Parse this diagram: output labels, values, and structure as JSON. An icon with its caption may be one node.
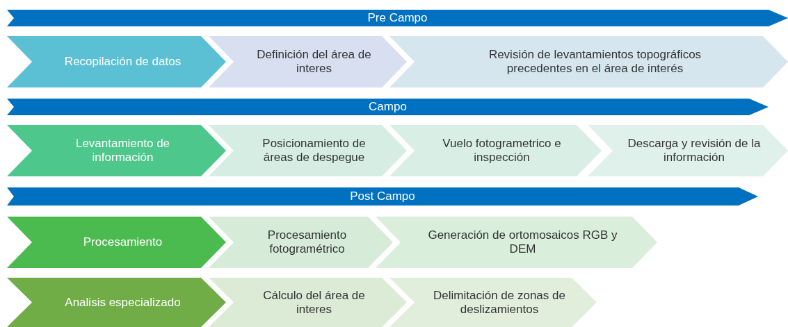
{
  "diagram": {
    "nodes": [
      {
        "text": [
          "Pre Campo"
        ]
      },
      {
        "text": [
          "Recopilación de datos"
        ]
      },
      {
        "text": [
          "Definición del área de interes"
        ]
      },
      {
        "text": [
          "Revisión de levantamientos topográficos precedentes en el área de interés"
        ]
      },
      {
        "text": [
          "Campo"
        ]
      },
      {
        "text": [
          "Levantamiento de información"
        ]
      },
      {
        "text": [
          "Posicionamiento de áreas de despegue"
        ]
      },
      {
        "text": [
          "Vuelo fotogrametrico e inspección"
        ]
      },
      {
        "text": [
          "Descarga y revisión de la información"
        ]
      },
      {
        "text": [
          "Post Campo"
        ]
      },
      {
        "text": [
          "Procesamiento"
        ]
      },
      {
        "text": [
          "Procesamiento fotogramétrico"
        ]
      },
      {
        "text": [
          "Generación de ortomosaicos RGB y DEM"
        ]
      },
      {
        "text": [
          "Analisis especializado"
        ]
      },
      {
        "text": [
          "Cálculo del área de interes"
        ]
      },
      {
        "text": [
          "Delimitación de zonas de deslizamientos"
        ]
      }
    ]
  }
}
